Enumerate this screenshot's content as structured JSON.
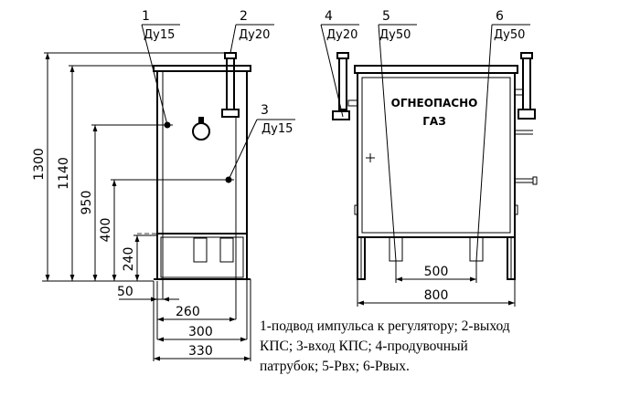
{
  "front_view": {
    "dimensions": {
      "height_1300": "1300",
      "height_1140": "1140",
      "height_950": "950",
      "height_400": "400",
      "height_240": "240",
      "width_50": "50",
      "width_260": "260",
      "width_300": "300",
      "width_330": "330"
    },
    "callouts": {
      "c1": {
        "number": "1",
        "size": "Ду15"
      },
      "c2": {
        "number": "2",
        "size": "Ду20"
      },
      "c3": {
        "number": "3",
        "size": "Ду15"
      }
    }
  },
  "side_view": {
    "warning_line1": "ОГНЕОПАСНО",
    "warning_line2": "ГАЗ",
    "dimensions": {
      "width_500": "500",
      "width_800": "800"
    },
    "callouts": {
      "c4": {
        "number": "4",
        "size": "Ду20"
      },
      "c5": {
        "number": "5",
        "size": "Ду50"
      },
      "c6": {
        "number": "6",
        "size": "Ду50"
      }
    }
  },
  "legend": {
    "line1": "1-подвод импульса к регулятору; 2-выход",
    "line2": "КПС; 3-вход КПС; 4-продувочный",
    "line3": "патрубок; 5-Рвх; 6-Рвых."
  }
}
